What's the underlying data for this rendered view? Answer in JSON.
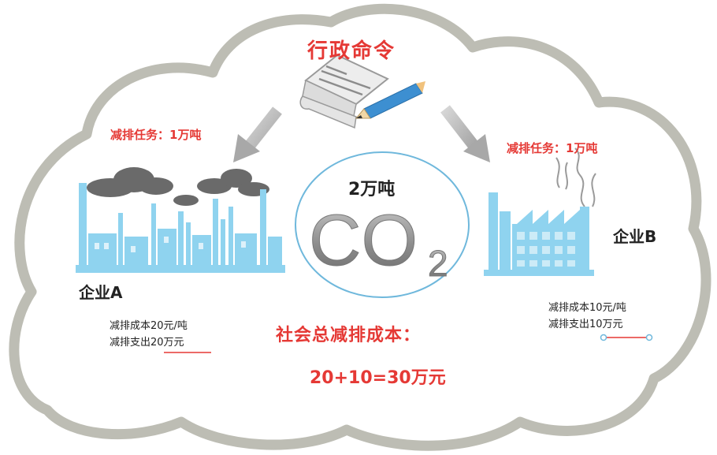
{
  "title": "行政命令",
  "enterprise_a": {
    "task": "减排任务：1万吨",
    "name": "企业A",
    "cost_per_ton": "减排成本20元/吨",
    "expense": "减排支出20万元"
  },
  "enterprise_b": {
    "task": "减排任务：1万吨",
    "name": "企业B",
    "cost_per_ton": "减排成本10元/吨",
    "expense": "减排支出10万元"
  },
  "center": {
    "amount": "2万吨",
    "co2_main": "CO",
    "co2_sub": "2"
  },
  "social": {
    "label": "社会总减排成本：",
    "value": "20+10=30万元"
  },
  "colors": {
    "accent_red": "#e53935",
    "factory_blue": "#8fd3ef",
    "cloud_border": "#bdbdb4",
    "co2_gray": "#8a8a8a",
    "ellipse_blue": "#6fb8dc"
  }
}
